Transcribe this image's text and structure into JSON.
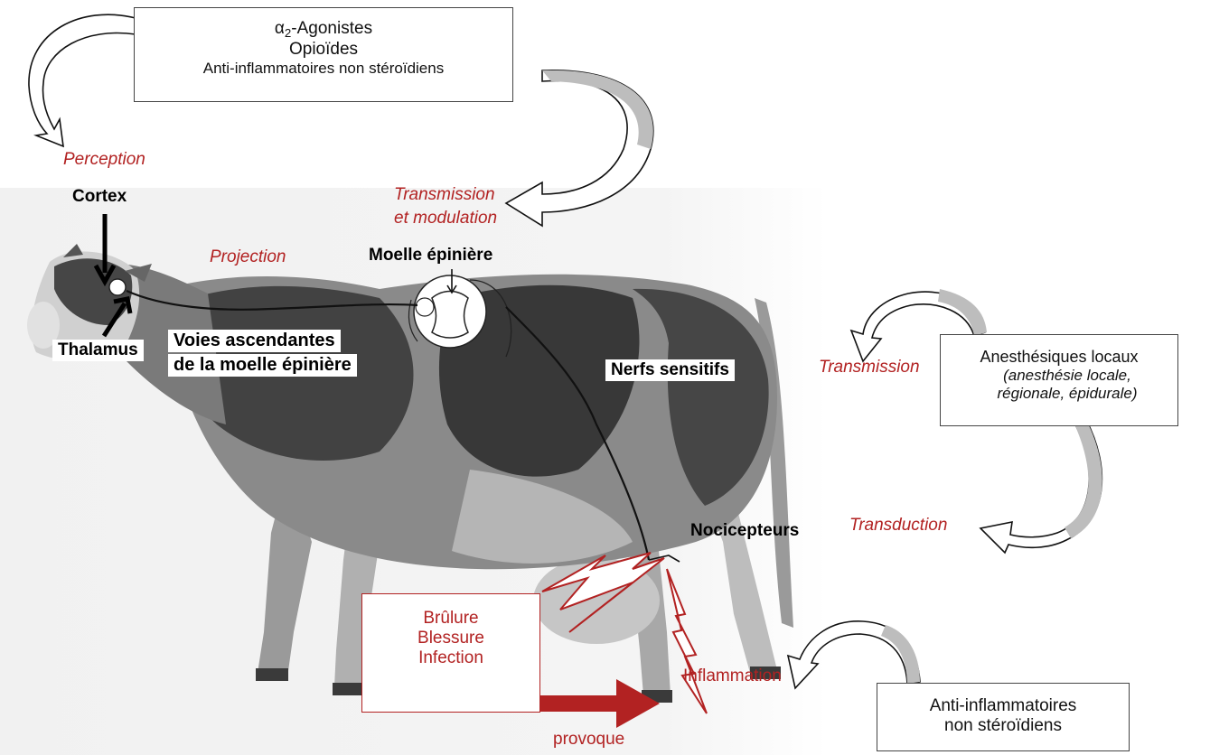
{
  "drug_boxes": {
    "central": {
      "line1_alpha": "α",
      "line1_sub": "2",
      "line1_rest": "-Agonistes",
      "line2": "Opioïdes",
      "line3": "Anti-inflammatoires non stéroïdiens"
    },
    "local": {
      "title": "Anesthésiques locaux",
      "detail1": "(anesthésie locale,",
      "detail2": "régionale, épidurale)"
    },
    "peripheral": {
      "line1": "Anti-inflammatoires",
      "line2": "non stéroïdiens"
    }
  },
  "stages": {
    "perception": "Perception",
    "transmission_modulation_1": "Transmission",
    "transmission_modulation_2": "et modulation",
    "projection": "Projection",
    "transmission": "Transmission",
    "transduction": "Transduction",
    "inflammation": "Inflammation",
    "provoque": "provoque"
  },
  "anatomy": {
    "cortex": "Cortex",
    "thalamus": "Thalamus",
    "moelle": "Moelle épinière",
    "voies_1": "Voies ascendantes",
    "voies_2": "de la moelle épinière",
    "nerfs": "Nerfs sensitifs",
    "nocicepteurs": "Nocicepteurs"
  },
  "stimuli": {
    "items": [
      "Brûlure",
      "Blessure",
      "Infection"
    ]
  },
  "colors": {
    "stage_text": "#b22222",
    "stimulus": "#b22222",
    "cow_body": "#8a8a8a",
    "cow_patch": "#2e2e2e"
  },
  "icons": {
    "cow": "cow-illustration",
    "curved_arrow": "curved-arrow-icon",
    "lightning": "lightning-icon"
  }
}
